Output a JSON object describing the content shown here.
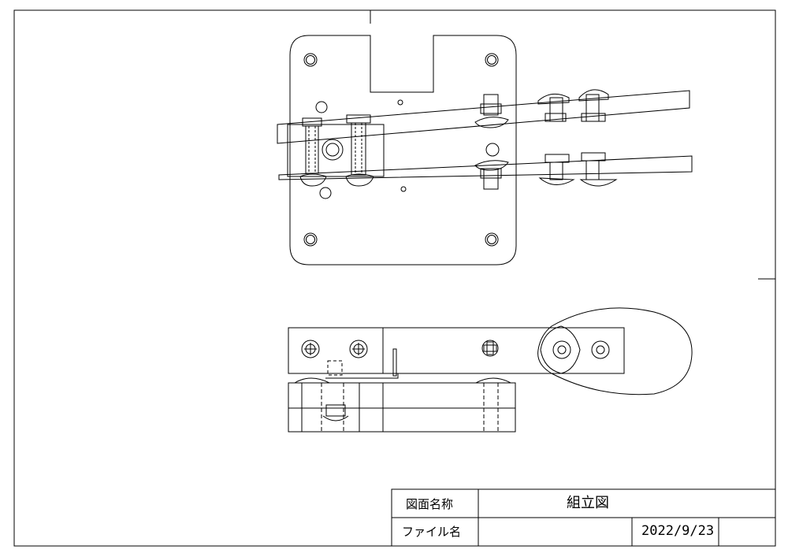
{
  "title_block": {
    "drawing_name_label": "図面名称",
    "drawing_name_value": "組立図",
    "file_name_label": "ファイル名",
    "file_name_value": "",
    "date": "2022/9/23"
  },
  "colors": {
    "line": "#000000",
    "background": "#ffffff"
  }
}
